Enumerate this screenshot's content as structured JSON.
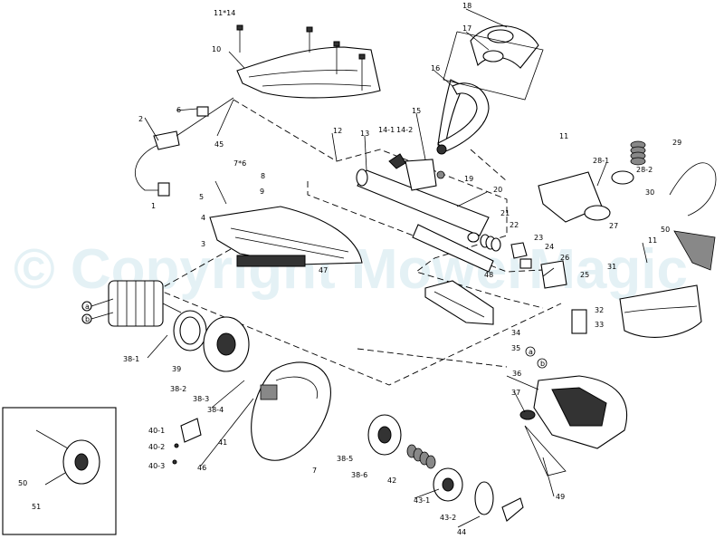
{
  "watermark": "© Copyright MowerMagic",
  "labels": {
    "p1": "1",
    "p2": "2",
    "p3": "3",
    "p4": "4",
    "p5": "5",
    "p6": "6",
    "p7": "7",
    "p7_6": "7*6",
    "p8": "8",
    "p9": "9",
    "p10": "10",
    "p11a": "11",
    "p11b": "11",
    "p11_14": "11*14",
    "p12": "12",
    "p13": "13",
    "p14_1": "14-1",
    "p14_2": "14-2",
    "p15": "15",
    "p16": "16",
    "p17": "17",
    "p18": "18",
    "p19": "19",
    "p20": "20",
    "p21": "21",
    "p22": "22",
    "p23": "23",
    "p24": "24",
    "p25": "25",
    "p26": "26",
    "p27": "27",
    "p28_1": "28-1",
    "p28_2": "28-2",
    "p29": "29",
    "p30": "30",
    "p31": "31",
    "p32": "32",
    "p33": "33",
    "p34": "34",
    "p35": "35",
    "p36": "36",
    "p37": "37",
    "p38_1": "38-1",
    "p38_2": "38-2",
    "p38_3": "38-3",
    "p38_4": "38-4",
    "p38_5": "38-5",
    "p38_6": "38-6",
    "p39": "39",
    "p40_1": "40-1",
    "p40_2": "40-2",
    "p40_3": "40-3",
    "p41": "41",
    "p42": "42",
    "p43_1": "43-1",
    "p43_2": "43-2",
    "p44": "44",
    "p45": "45",
    "p46": "46",
    "p47": "47",
    "p48": "48",
    "p49": "49",
    "p50a": "50",
    "p50b": "50",
    "p51": "51",
    "a1": "a",
    "b1": "b",
    "a2": "a",
    "b2": "b"
  }
}
